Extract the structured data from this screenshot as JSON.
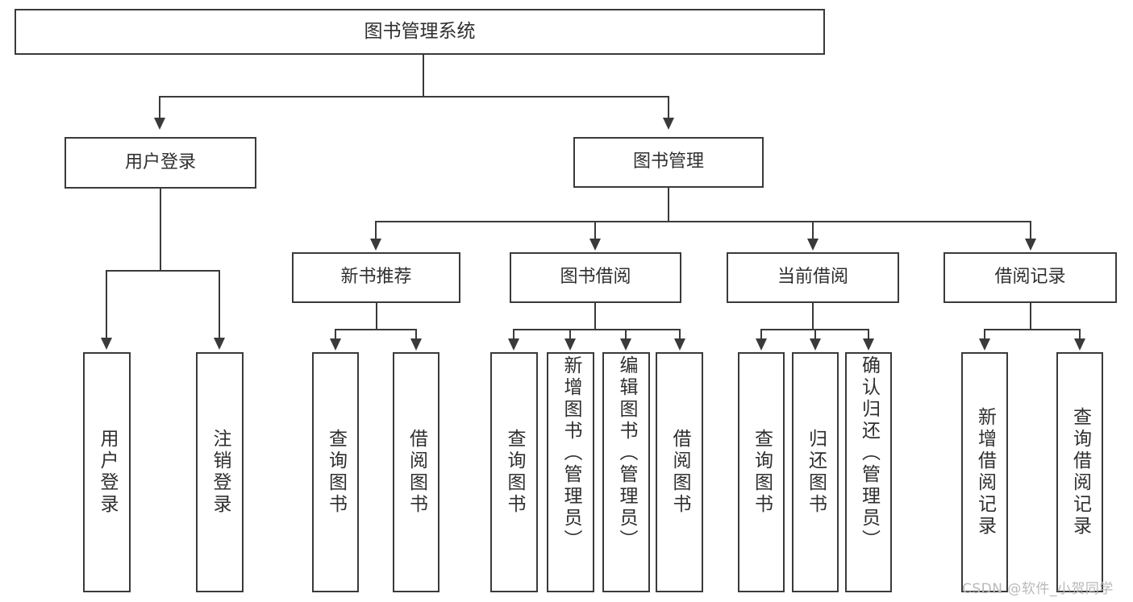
{
  "diagram": {
    "title": "图书管理系统",
    "type": "tree",
    "watermark": "CSDN @软件_小贺同学",
    "colors": {
      "stroke": "#3a3a3a",
      "text": "#2f2f2f",
      "background": "#ffffff",
      "watermark": "#b9b9b9"
    },
    "nodes": {
      "root": {
        "label": "图书管理系统"
      },
      "level2": [
        {
          "label": "用户登录"
        },
        {
          "label": "图书管理"
        }
      ],
      "level3": [
        {
          "label": "新书推荐"
        },
        {
          "label": "图书借阅"
        },
        {
          "label": "当前借阅"
        },
        {
          "label": "借阅记录"
        }
      ],
      "leaves": {
        "user_login": [
          {
            "label": "用户登录"
          },
          {
            "label": "注销登录"
          }
        ],
        "new_book_recommend": [
          {
            "label": "查询图书"
          },
          {
            "label": "借阅图书"
          }
        ],
        "book_borrow": [
          {
            "label": "查询图书"
          },
          {
            "label": "新增图书（管理员）"
          },
          {
            "label": "编辑图书（管理员）"
          },
          {
            "label": "借阅图书"
          }
        ],
        "current_borrow": [
          {
            "label": "查询图书"
          },
          {
            "label": "归还图书"
          },
          {
            "label": "确认归还（管理员）"
          }
        ],
        "borrow_record": [
          {
            "label": "新增借阅记录"
          },
          {
            "label": "查询借阅记录"
          }
        ]
      }
    }
  }
}
